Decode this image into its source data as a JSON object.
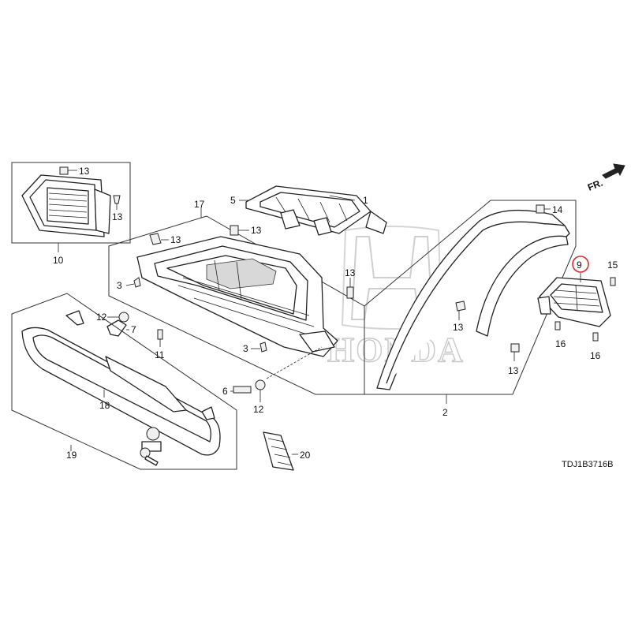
{
  "diagram": {
    "part_labels": {
      "p1": "1",
      "p2": "2",
      "p3a": "3",
      "p3b": "3",
      "p5": "5",
      "p6": "6",
      "p7": "7",
      "p9": "9",
      "p10": "10",
      "p11": "11",
      "p12a": "12",
      "p12b": "12",
      "p13_vent1": "13",
      "p13_vent2": "13",
      "p13_box1": "13",
      "p13_box2": "13",
      "p13_box3": "13",
      "p13_garn1": "13",
      "p13_garn2": "13",
      "p14": "14",
      "p15": "15",
      "p16a": "16",
      "p16b": "16",
      "p17": "17",
      "p18": "18",
      "p19": "19",
      "p20": "20"
    },
    "front_arrow_label": "FR.",
    "watermark_text": "HONDA",
    "diagram_code": "TDJ1B3716B",
    "highlight_color": "#d92b2b"
  }
}
